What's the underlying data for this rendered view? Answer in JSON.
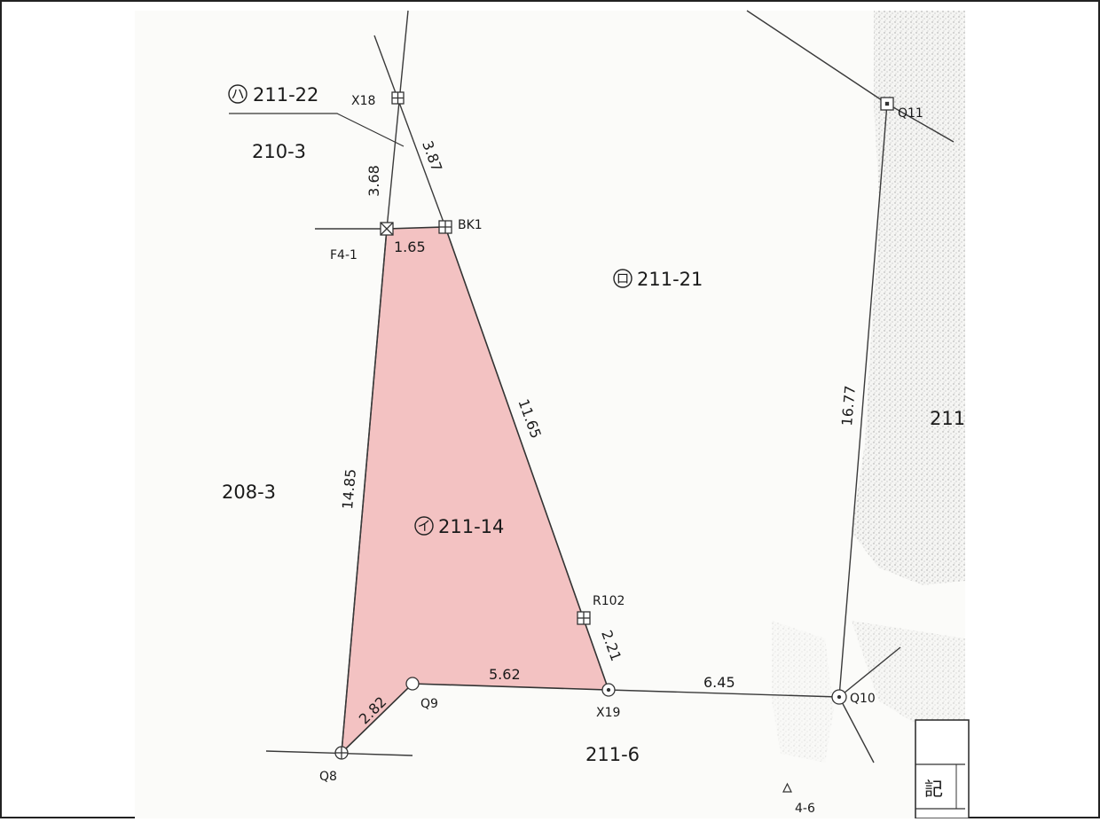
{
  "parcels": {
    "p_211_22": {
      "marker": "ハ",
      "number": "211-22"
    },
    "p_210_3": {
      "number": "210-3"
    },
    "p_211_21": {
      "marker": "ロ",
      "number": "211-21"
    },
    "p_208_3": {
      "number": "208-3"
    },
    "p_211_14": {
      "marker": "イ",
      "number": "211-14",
      "highlight": "#f3c2c2"
    },
    "p_211_6": {
      "number": "211-6"
    },
    "p_211_partial": {
      "number": "211"
    },
    "p_4_6": {
      "number": "4-6"
    }
  },
  "points": {
    "x18": "X18",
    "bk1": "BK1",
    "f4_1": "F4-1",
    "q11": "Q11",
    "r102": "R102",
    "x19": "X19",
    "q9": "Q9",
    "q10": "Q10",
    "q8": "Q8"
  },
  "distances": {
    "d_368": "3.68",
    "d_387": "3.87",
    "d_165": "1.65",
    "d_1165": "11.65",
    "d_1485": "14.85",
    "d_1677": "16.77",
    "d_221": "2.21",
    "d_562": "5.62",
    "d_282": "2.82",
    "d_645": "6.45"
  },
  "legend": {
    "partial_text": "記"
  },
  "colors": {
    "highlight_fill": "#f3c2c2",
    "line": "#3a3a3a",
    "paper": "#fbfbf9"
  }
}
